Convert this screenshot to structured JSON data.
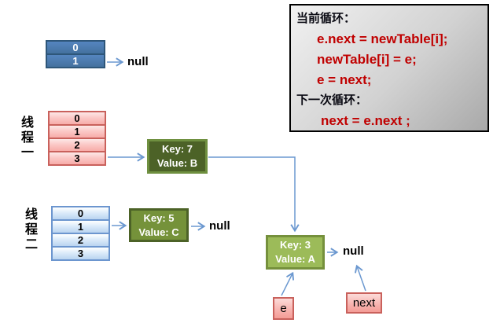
{
  "code_panel": {
    "current_loop_title": "当前循环：",
    "current_loop_lines": [
      "e.next = newTable[i];",
      "newTable[i] = e;",
      "e = next;"
    ],
    "next_loop_title": "下一次循环：",
    "next_loop_lines": [
      "next = e.next ;"
    ]
  },
  "top_table": {
    "rows": [
      "0",
      "1"
    ]
  },
  "thread1": {
    "label": "线程一",
    "rows": [
      "0",
      "1",
      "2",
      "3"
    ]
  },
  "thread2": {
    "label": "线程二",
    "rows": [
      "0",
      "1",
      "2",
      "3"
    ]
  },
  "nodes": {
    "key7": {
      "key": "Key: 7",
      "value": "Value: B"
    },
    "key5": {
      "key": "Key: 5",
      "value": "Value: C"
    },
    "key3": {
      "key": "Key: 3",
      "value": "Value: A"
    }
  },
  "pointers": {
    "e": "e",
    "next": "next"
  },
  "labels": {
    "null_top": "null",
    "null_mid": "null",
    "null_bot": "null"
  },
  "colors": {
    "code_red": "#c00000",
    "arrow_blue": "#6b98d0",
    "node_dark_green": "#4c6227",
    "node_mid_green": "#75923a",
    "node_light_green": "#9cbb59",
    "table_solid_blue": "#44719f",
    "table_pink_border": "#c9615c",
    "table_blue_border": "#6c96cf"
  }
}
